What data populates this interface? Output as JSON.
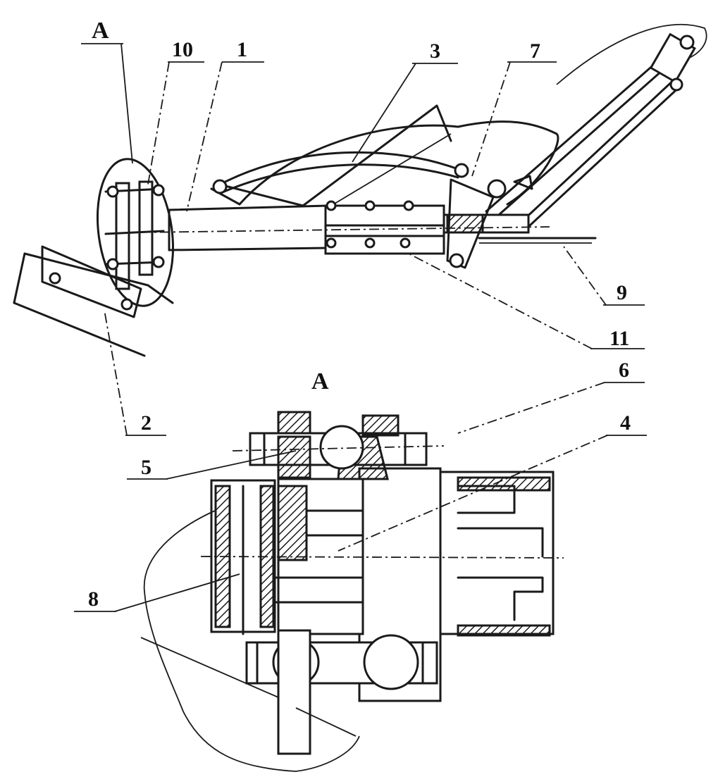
{
  "labels": {
    "callout_a": "A",
    "n1": "1",
    "n2": "2",
    "n3": "3",
    "n4": "4",
    "n5": "5",
    "n6": "6",
    "n7": "7",
    "n8": "8",
    "n9": "9",
    "n10": "10",
    "n11": "11"
  },
  "section": {
    "title": "A"
  }
}
